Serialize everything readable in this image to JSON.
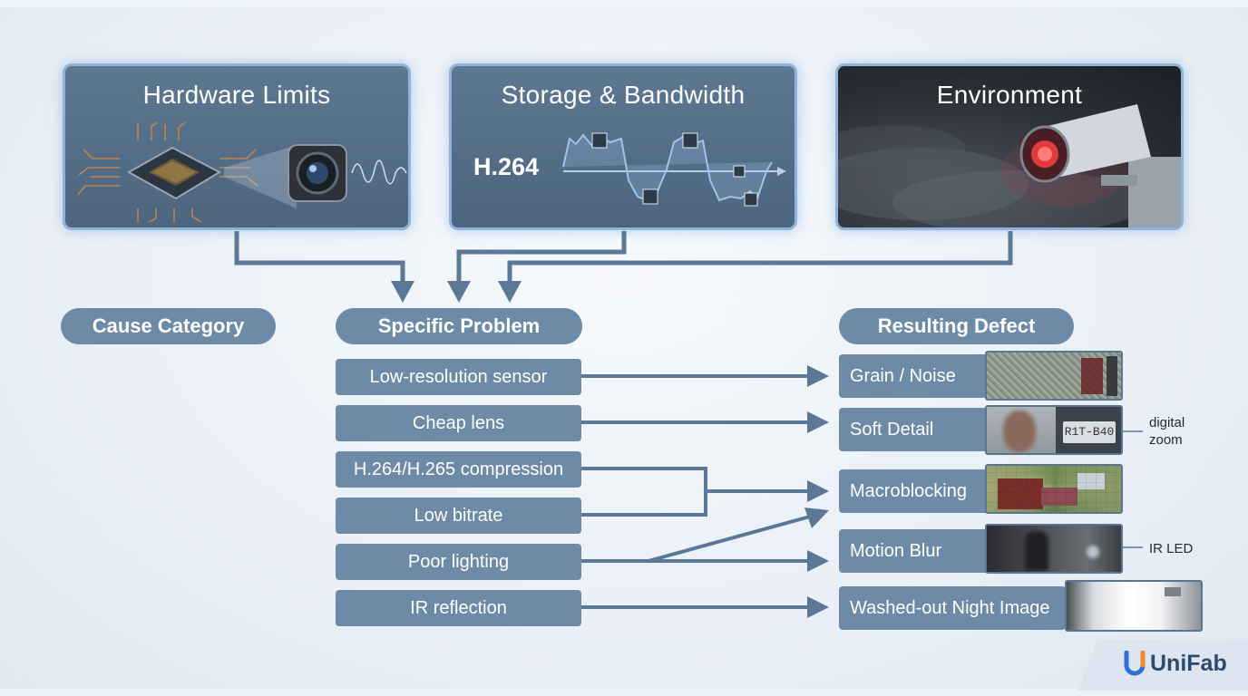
{
  "cards": {
    "hardware": "Hardware Limits",
    "storage": "Storage & Bandwidth",
    "storage_codec": "H.264",
    "environment": "Environment"
  },
  "headers": {
    "cause": "Cause Category",
    "problem": "Specific Problem",
    "defect": "Resulting Defect"
  },
  "problems": [
    "Low-resolution sensor",
    "Cheap lens",
    "H.264/H.265 compression",
    "Low bitrate",
    "Poor lighting",
    "IR reflection"
  ],
  "defects": [
    "Grain / Noise",
    "Soft Detail",
    "Macroblocking",
    "Motion Blur",
    "Washed-out Night Image"
  ],
  "notes": {
    "digital_zoom": "digital zoom",
    "ir_led": "IR LED"
  },
  "thumb_plate": "R1T-B40",
  "brand": "UniFab",
  "colors": {
    "box": "#6d8aa7",
    "card": "#566f89",
    "card_border": "#8fb3d9",
    "connector": "#5b7897",
    "logo_text": "#2e4a6b"
  }
}
